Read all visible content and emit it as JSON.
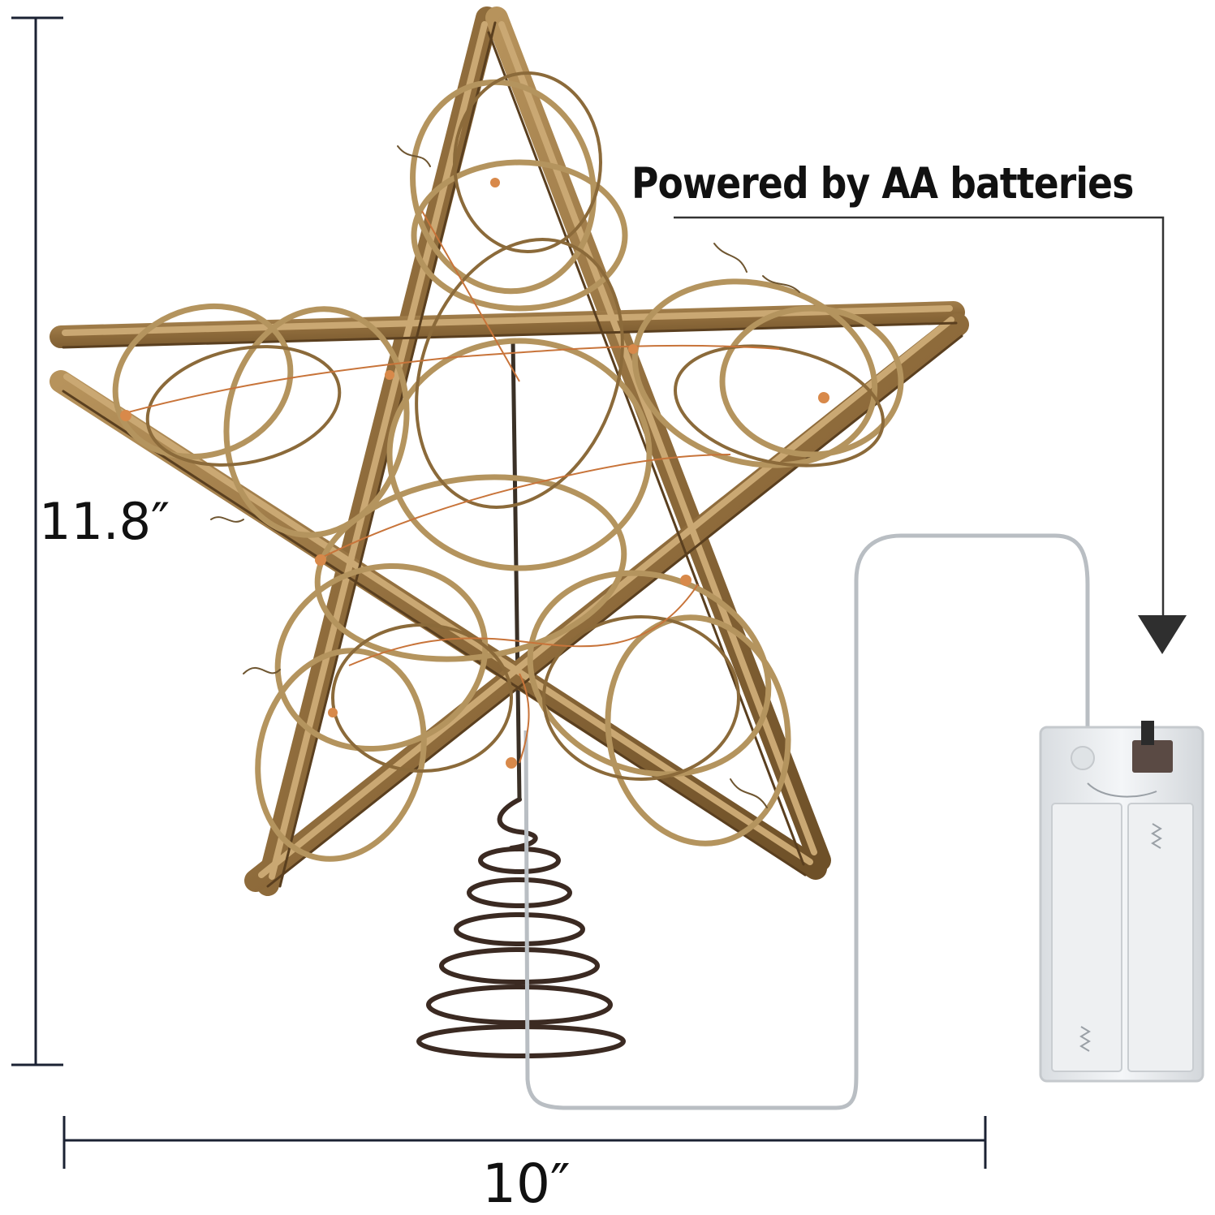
{
  "annotations": {
    "power_label": "Powered by AA batteries",
    "height_label": "11.8″",
    "width_label": "10″"
  },
  "product": {
    "subject": "rattan-star-tree-topper",
    "parts": [
      "vine-star",
      "spiral-base",
      "copper-wire-lights",
      "battery-box"
    ]
  },
  "colors": {
    "vine_light": "#c9ab77",
    "vine_dark": "#7a5a2e",
    "copper_wire": "#c8743a",
    "spiral": "#3b2a22",
    "dimension_line": "#1b2233",
    "battery_box": "#e6e9ec"
  }
}
